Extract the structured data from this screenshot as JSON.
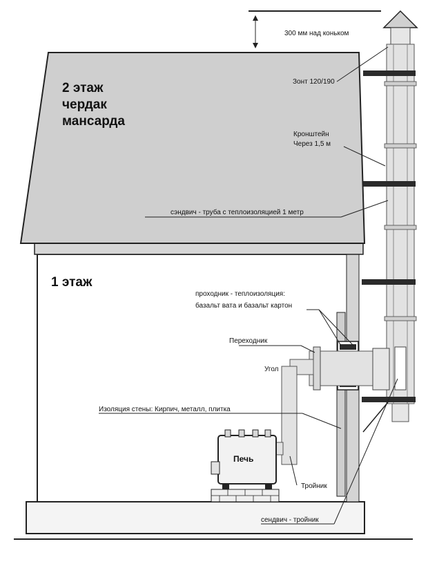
{
  "floors": {
    "upper": [
      "2 этаж",
      "чердак",
      "мансарда"
    ],
    "lower": "1 этаж"
  },
  "labels": {
    "above_ridge": "300 мм над коньком",
    "cap": "Зонт 120/190",
    "bracket": [
      "Кронштейн",
      "Через 1,5 м"
    ],
    "sandwich_pipe": "сэндвич - труба с теплоизоляцией 1 метр",
    "pass_through": [
      "проходник - теплоизоляция:",
      "базальт вата и базальт картон"
    ],
    "adapter": "Переходник",
    "elbow": "Угол",
    "wall_insulation": "Изоляция стены: Кирпич, металл, плитка",
    "stove": "Печь",
    "tee": "Тройник",
    "sandwich_tee": "сендвич - тройник"
  },
  "colors": {
    "roof": "#cfcfcf",
    "wall": "#ffffff",
    "pipe": "#e2e2e2",
    "bands": "#2b2b2b",
    "line": "#222222"
  }
}
